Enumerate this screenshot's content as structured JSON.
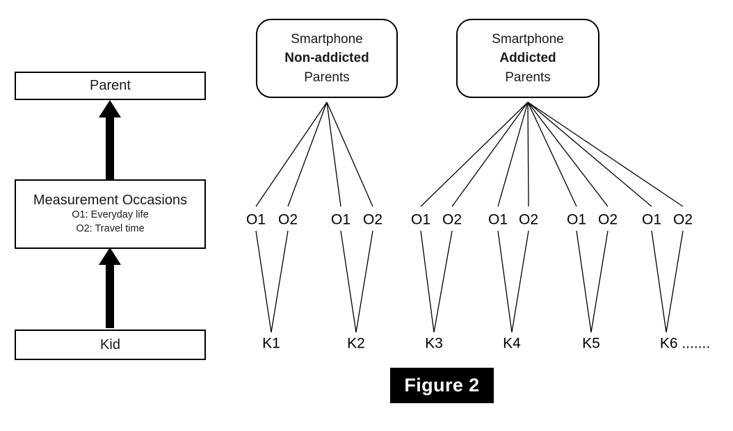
{
  "figure": {
    "caption": "Figure 2",
    "caption_bg": "#000000",
    "caption_fg": "#ffffff"
  },
  "left_panel": {
    "boxes": [
      {
        "title": "Parent",
        "sub1": "",
        "sub2": ""
      },
      {
        "title": "Measurement Occasions",
        "sub1": "O1: Everyday life",
        "sub2": "O2: Travel time"
      },
      {
        "title": "Kid",
        "sub1": "",
        "sub2": ""
      }
    ],
    "arrows": [
      {
        "from": "Kid",
        "to": "Measurement Occasions"
      },
      {
        "from": "Measurement Occasions",
        "to": "Parent"
      }
    ]
  },
  "right_panel": {
    "groups": [
      {
        "line1": "Smartphone",
        "line2": "Non-addicted",
        "line3": "Parents",
        "kids": [
          {
            "label": "K1",
            "occasions": [
              "O1",
              "O2"
            ]
          },
          {
            "label": "K2",
            "occasions": [
              "O1",
              "O2"
            ]
          }
        ]
      },
      {
        "line1": "Smartphone",
        "line2": "Addicted",
        "line3": "Parents",
        "kids": [
          {
            "label": "K3",
            "occasions": [
              "O1",
              "O2"
            ]
          },
          {
            "label": "K4",
            "occasions": [
              "O1",
              "O2"
            ]
          },
          {
            "label": "K5",
            "occasions": [
              "O1",
              "O2"
            ]
          },
          {
            "label": "K6 .......",
            "occasions": [
              "O1",
              "O2"
            ]
          }
        ]
      }
    ]
  },
  "nodes": {
    "occasions": [
      "O1",
      "O2",
      "O1",
      "O2",
      "O1",
      "O2",
      "O1",
      "O2",
      "O1",
      "O2",
      "O1",
      "O2"
    ],
    "kids": [
      "K1",
      "K2",
      "K3",
      "K4",
      "K5",
      "K6 ......."
    ]
  },
  "colors": {
    "stroke": "#000000",
    "background": "#ffffff",
    "text": "#1a1a1a"
  }
}
